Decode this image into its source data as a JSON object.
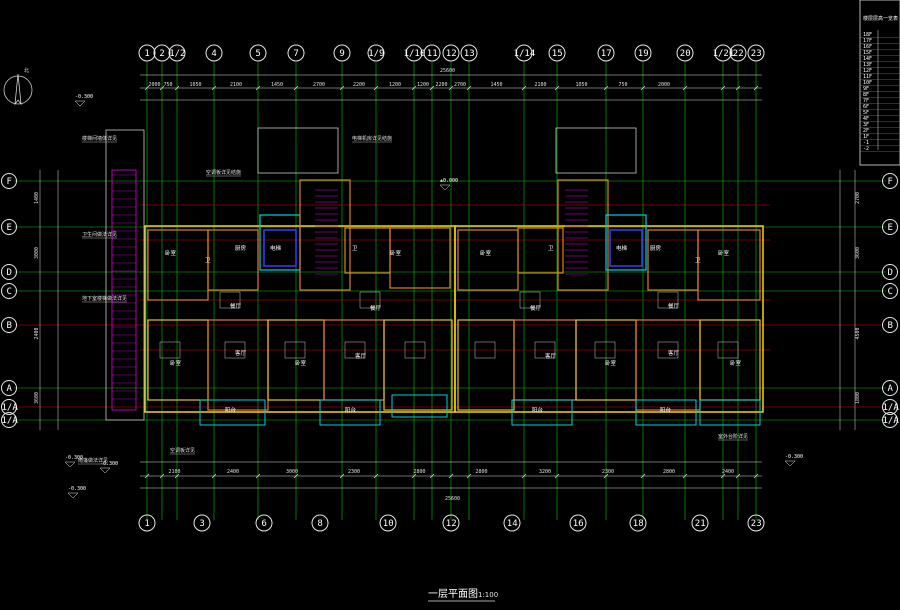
{
  "drawing": {
    "title": "一层平面图",
    "scale": "1:100",
    "north_label": "北",
    "colors": {
      "background": "#000000",
      "axis_green": "#00c800",
      "axis_red": "#e00000",
      "wall_yellow": "#e8c800",
      "wall_orange": "#e08020",
      "wall_cyan": "#00d0e0",
      "wall_magenta": "#e000e0",
      "wall_blue": "#3040ff",
      "furniture_white": "#c8c8c8"
    }
  },
  "axes": {
    "columns_top": [
      "1",
      "2",
      "1/2",
      "4",
      "5",
      "7",
      "9",
      "1/9",
      "1/10",
      "11",
      "12",
      "13",
      "1/14",
      "15",
      "17",
      "19",
      "20",
      "1/21",
      "22",
      "23"
    ],
    "columns_bottom": [
      "1",
      "3",
      "6",
      "8",
      "10",
      "12",
      "14",
      "16",
      "18",
      "21",
      "23"
    ],
    "rows": [
      "F",
      "E",
      "D",
      "C",
      "B",
      "A",
      "1/A",
      "1/A"
    ]
  },
  "dimensions": {
    "top_total": "25600",
    "bottom_total": "25600",
    "top_segments": [
      "2000",
      "750",
      "1050",
      "2100",
      "1450",
      "2700",
      "2200",
      "1200",
      "1200",
      "2200",
      "2700",
      "1450",
      "2100",
      "1050",
      "750",
      "2000"
    ],
    "bottom_segments": [
      "2100",
      "2400",
      "3000",
      "2300",
      "2800",
      "2800",
      "3200",
      "2300",
      "2800",
      "2400"
    ],
    "right_segments": [
      "2700",
      "3600",
      "4500",
      "1800"
    ],
    "left_segments": [
      "1400",
      "3000",
      "2400",
      "3600"
    ]
  },
  "elevations": [
    "-0.300",
    "-0.300",
    "-0.300",
    "-0.300",
    "-0.300",
    "±0.000"
  ],
  "rooms": [
    "卧室",
    "卧室",
    "卧室",
    "卧室",
    "客厅",
    "客厅",
    "客厅",
    "客厅",
    "餐厅",
    "餐厅",
    "餐厅",
    "餐厅",
    "厨房",
    "厨房",
    "卫",
    "卫",
    "卫",
    "卫",
    "卧室",
    "卧室",
    "卧室",
    "卧室",
    "阳台",
    "阳台",
    "阳台",
    "阳台",
    "电梯",
    "电梯"
  ],
  "notes": [
    "楼梯间墙体详见",
    "电梯机房详见结施",
    "空调板详见结施",
    "卫生间做法详见",
    "室外台阶详见",
    "地下室楼梯做法详见",
    "空调板详见",
    "雨篷做法详见"
  ],
  "level_table": {
    "header": "楼层层高一览表",
    "levels": [
      "18F",
      "17F",
      "16F",
      "15F",
      "14F",
      "13F",
      "12F",
      "11F",
      "10F",
      "9F",
      "8F",
      "7F",
      "6F",
      "5F",
      "4F",
      "3F",
      "2F",
      "1F",
      "-1",
      "-2"
    ]
  }
}
